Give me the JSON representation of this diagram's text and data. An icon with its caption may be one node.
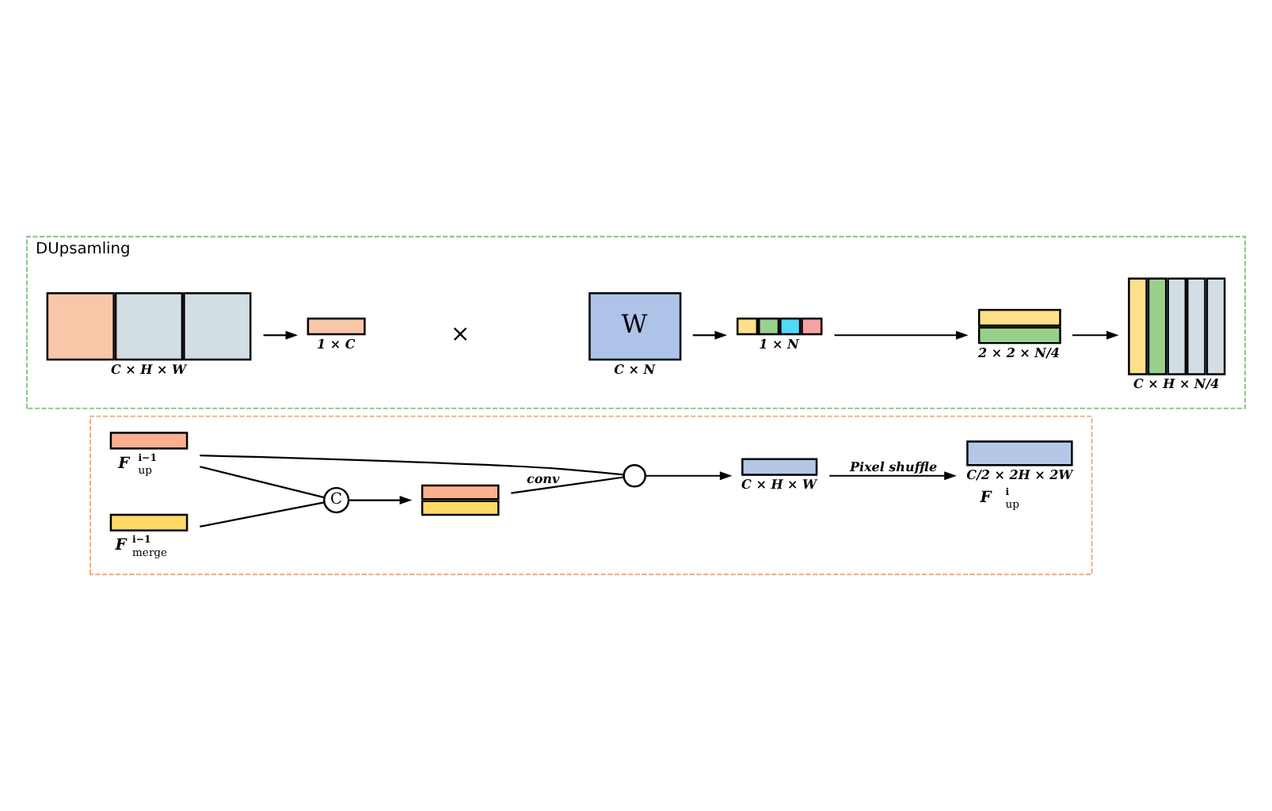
{
  "diagram": {
    "nodes": [
      {
        "text": [
          "DUpsamling"
        ]
      },
      {
        "text": [],
        "shape": "box",
        "in": 0,
        "beside": [
          "C × H × W"
        ]
      },
      {
        "text": [],
        "shape": "bar",
        "in": 0,
        "beside": [
          "1 × C"
        ]
      },
      {
        "text": [
          "W"
        ],
        "in": 0,
        "beside": [
          "C × N"
        ]
      },
      {
        "text": [],
        "shape": "bar",
        "in": 0,
        "beside": [
          "1 × N"
        ]
      },
      {
        "text": [],
        "shape": "box",
        "in": 0,
        "beside": [
          "2 × 2 × N/4"
        ]
      },
      {
        "text": [],
        "shape": "box",
        "in": 0,
        "beside": [
          "C × H × N/4"
        ]
      },
      {
        "text": [],
        "shape": "box"
      },
      {
        "text": [],
        "shape": "box",
        "in": 7,
        "beside": [
          "F$^{i−1}$$_{up}$"
        ]
      },
      {
        "text": [
          "C"
        ],
        "in": 7
      },
      {
        "text": [],
        "shape": "box",
        "in": 7,
        "beside": [
          "F$^{i−1}$$_{merge}$"
        ]
      },
      {
        "text": [],
        "shape": "box",
        "in": 7
      },
      {
        "text": [],
        "shape": "circle",
        "in": 7
      },
      {
        "text": [],
        "shape": "box",
        "in": 7,
        "beside": [
          "C × H × W"
        ]
      },
      {
        "text": [],
        "shape": "box",
        "in": 7,
        "beside": [
          "C/2 × 2H × 2W",
          "F$^{i}$$_{up}$"
        ]
      }
    ],
    "edges": [
      {
        "from": 1,
        "to": 2,
        "arrow": "to"
      },
      {
        "from": 3,
        "to": 4,
        "arrow": "to"
      },
      {
        "from": 4,
        "to": 5,
        "arrow": "to"
      },
      {
        "from": 5,
        "to": 6,
        "arrow": "to"
      },
      {
        "from": 8,
        "to": 9,
        "arrow": "none"
      },
      {
        "from": 10,
        "to": 9,
        "arrow": "none"
      },
      {
        "from": 9,
        "to": 11,
        "arrow": "to"
      },
      {
        "from": 11,
        "to": 12,
        "arrow": "none",
        "label": "conv"
      },
      {
        "from": 8,
        "to": 12,
        "arrow": "none"
      },
      {
        "from": 12,
        "to": 13,
        "arrow": "to"
      },
      {
        "from": 13,
        "to": 14,
        "arrow": "to",
        "label": "Pixel shuffle"
      }
    ],
    "labels": [
      "×"
    ]
  }
}
